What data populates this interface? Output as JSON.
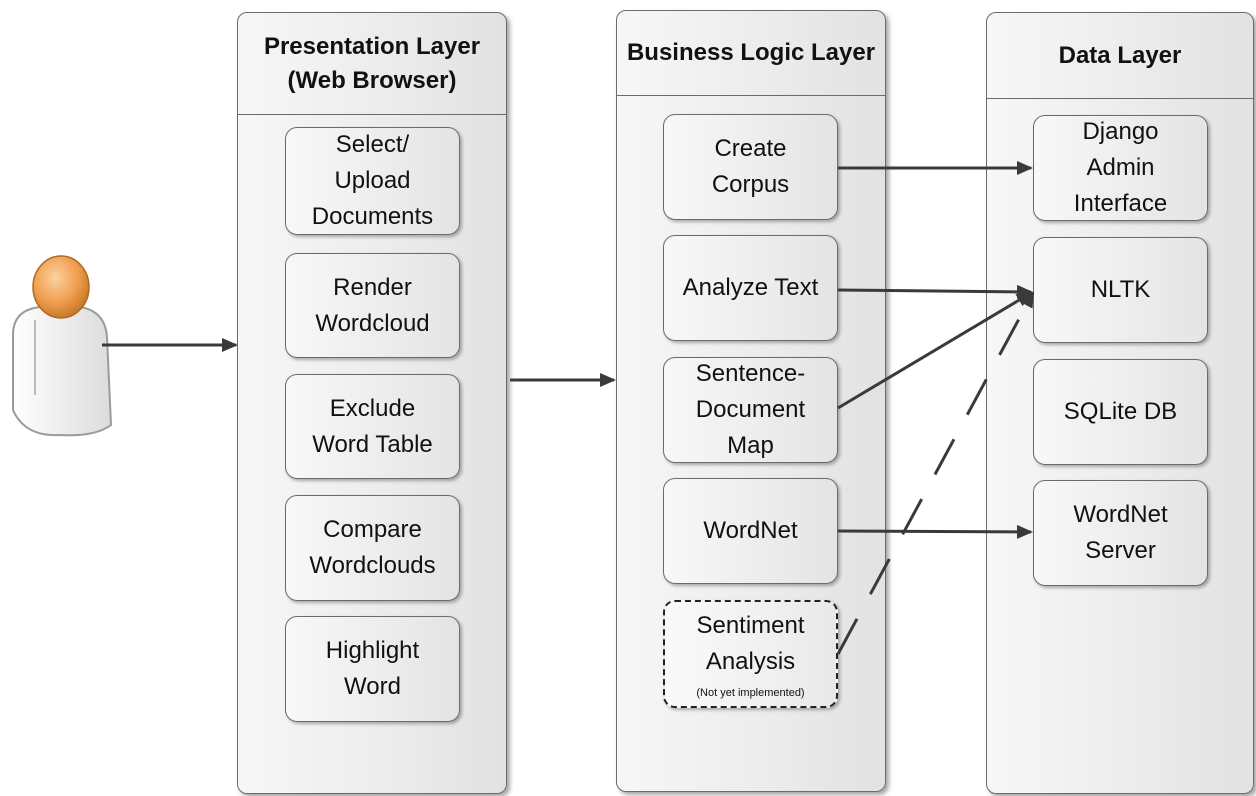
{
  "presentation_layer": {
    "title": "Presentation Layer\n(Web Browser)",
    "items": [
      {
        "label": "Select/\nUpload\nDocuments"
      },
      {
        "label": "Render\nWordcloud"
      },
      {
        "label": "Exclude\nWord Table"
      },
      {
        "label": "Compare\nWordclouds"
      },
      {
        "label": "Highlight\nWord"
      }
    ]
  },
  "business_logic_layer": {
    "title": "Business Logic Layer",
    "items": [
      {
        "label": "Create\nCorpus"
      },
      {
        "label": "Analyze Text"
      },
      {
        "label": "Sentence-\nDocument\nMap"
      },
      {
        "label": "WordNet"
      },
      {
        "label": "Sentiment\nAnalysis",
        "note": "(Not yet implemented)"
      }
    ]
  },
  "data_layer": {
    "title": "Data Layer",
    "items": [
      {
        "label": "Django\nAdmin\nInterface"
      },
      {
        "label": "NLTK"
      },
      {
        "label": "SQLite DB"
      },
      {
        "label": "WordNet\nServer"
      }
    ]
  },
  "user": {
    "icon": "user-icon"
  },
  "colors": {
    "border": "#6b6b6b",
    "arrow": "#3a3a3a",
    "user_head": "#f0a050"
  }
}
